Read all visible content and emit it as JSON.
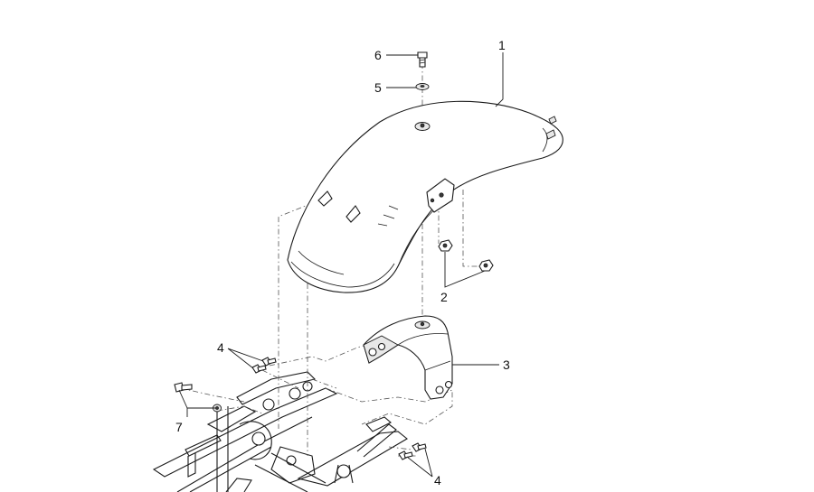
{
  "callouts": {
    "fender": "1",
    "nuts": "2",
    "bracket": "3",
    "screws_upper": "4",
    "screws_lower": "4",
    "washer": "5",
    "top_screw": "6",
    "side_screw": "7"
  }
}
